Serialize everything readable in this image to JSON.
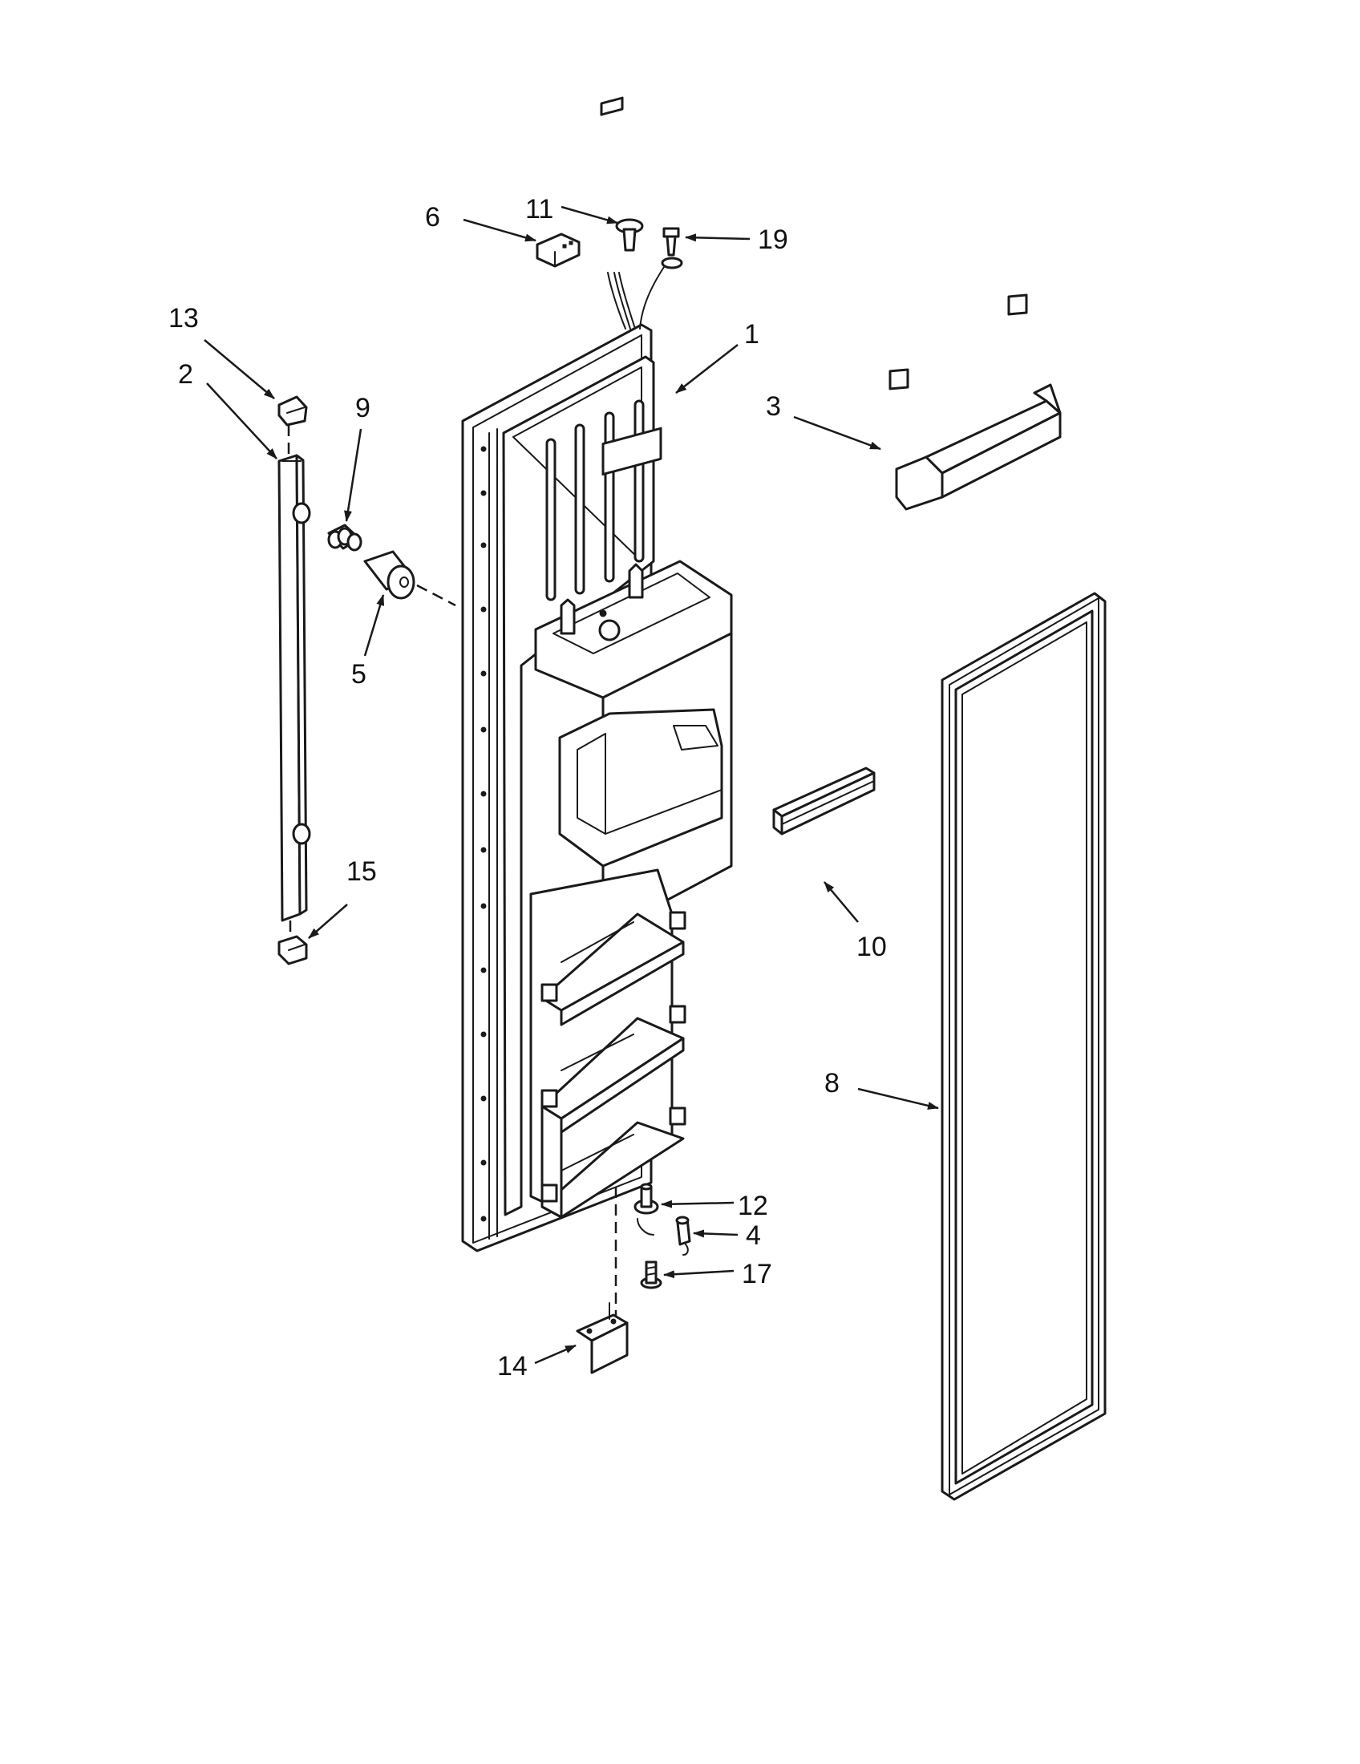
{
  "callouts": [
    {
      "id": "c1",
      "text": "1"
    },
    {
      "id": "c2",
      "text": "2"
    },
    {
      "id": "c3",
      "text": "3"
    },
    {
      "id": "c4",
      "text": "4"
    },
    {
      "id": "c5",
      "text": "5"
    },
    {
      "id": "c6",
      "text": "6"
    },
    {
      "id": "c8",
      "text": "8"
    },
    {
      "id": "c9",
      "text": "9"
    },
    {
      "id": "c10",
      "text": "10"
    },
    {
      "id": "c11",
      "text": "11"
    },
    {
      "id": "c12",
      "text": "12"
    },
    {
      "id": "c13",
      "text": "13"
    },
    {
      "id": "c14",
      "text": "14"
    },
    {
      "id": "c15",
      "text": "15"
    },
    {
      "id": "c17",
      "text": "17"
    },
    {
      "id": "c19",
      "text": "19"
    }
  ],
  "colors": {
    "line": "#1a1a1a",
    "background": "#ffffff"
  }
}
